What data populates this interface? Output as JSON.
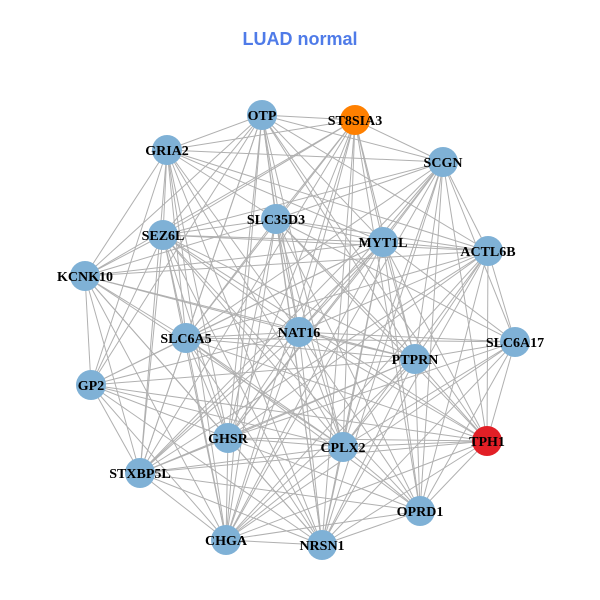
{
  "title": "LUAD normal",
  "colors": {
    "default": "#7fb1d6",
    "highlight_orange": "#ff8000",
    "highlight_red": "#e21f26",
    "edge": "#b0b0b0"
  },
  "nodes": [
    {
      "id": "OTP",
      "color": "default"
    },
    {
      "id": "ST8SIA3",
      "color": "highlight_orange"
    },
    {
      "id": "GRIA2",
      "color": "default"
    },
    {
      "id": "SCGN",
      "color": "default"
    },
    {
      "id": "SLC35D3",
      "color": "default"
    },
    {
      "id": "SEZ6L",
      "color": "default"
    },
    {
      "id": "MYT1L",
      "color": "default"
    },
    {
      "id": "ACTL6B",
      "color": "default"
    },
    {
      "id": "KCNK10",
      "color": "default"
    },
    {
      "id": "NAT16",
      "color": "default"
    },
    {
      "id": "SLC6A5",
      "color": "default"
    },
    {
      "id": "SLC6A17",
      "color": "default"
    },
    {
      "id": "PTPRN",
      "color": "default"
    },
    {
      "id": "GP2",
      "color": "default"
    },
    {
      "id": "GHSR",
      "color": "default"
    },
    {
      "id": "CPLX2",
      "color": "default"
    },
    {
      "id": "TPH1",
      "color": "highlight_red"
    },
    {
      "id": "STXBP5L",
      "color": "default"
    },
    {
      "id": "OPRD1",
      "color": "default"
    },
    {
      "id": "CHGA",
      "color": "default"
    },
    {
      "id": "NRSN1",
      "color": "default"
    }
  ],
  "adjacency": {
    "OTP": [
      "ST8SIA3",
      "GRIA2",
      "SCGN",
      "SLC35D3",
      "SEZ6L",
      "MYT1L",
      "ACTL6B",
      "KCNK10",
      "NAT16",
      "SLC6A5",
      "PTPRN",
      "GP2",
      "GHSR",
      "CPLX2",
      "TPH1",
      "STXBP5L",
      "CHGA",
      "NRSN1"
    ],
    "ST8SIA3": [
      "GRIA2",
      "SCGN",
      "SLC35D3",
      "SEZ6L",
      "MYT1L",
      "KCNK10",
      "NAT16",
      "SLC6A5",
      "PTPRN",
      "GHSR",
      "CPLX2",
      "STXBP5L",
      "CHGA",
      "NRSN1",
      "OPRD1"
    ],
    "GRIA2": [
      "SCGN",
      "SLC35D3",
      "SEZ6L",
      "MYT1L",
      "KCNK10",
      "NAT16",
      "SLC6A5",
      "GP2",
      "GHSR",
      "CPLX2",
      "STXBP5L",
      "CHGA",
      "NRSN1",
      "ACTL6B"
    ],
    "SCGN": [
      "SLC35D3",
      "SEZ6L",
      "MYT1L",
      "ACTL6B",
      "NAT16",
      "SLC6A5",
      "SLC6A17",
      "PTPRN",
      "GHSR",
      "CPLX2",
      "TPH1",
      "STXBP5L",
      "OPRD1",
      "CHGA",
      "NRSN1"
    ],
    "SLC35D3": [
      "SEZ6L",
      "MYT1L",
      "ACTL6B",
      "KCNK10",
      "NAT16",
      "SLC6A5",
      "SLC6A17",
      "PTPRN",
      "GHSR",
      "CPLX2",
      "TPH1",
      "OPRD1",
      "CHGA",
      "NRSN1"
    ],
    "SEZ6L": [
      "MYT1L",
      "ACTL6B",
      "KCNK10",
      "NAT16",
      "SLC6A5",
      "PTPRN",
      "GP2",
      "GHSR",
      "CPLX2",
      "TPH1",
      "STXBP5L",
      "OPRD1",
      "CHGA",
      "NRSN1"
    ],
    "MYT1L": [
      "ACTL6B",
      "KCNK10",
      "NAT16",
      "SLC6A5",
      "SLC6A17",
      "PTPRN",
      "GP2",
      "GHSR",
      "CPLX2",
      "TPH1",
      "STXBP5L",
      "OPRD1",
      "CHGA",
      "NRSN1"
    ],
    "ACTL6B": [
      "KCNK10",
      "NAT16",
      "SLC6A5",
      "SLC6A17",
      "PTPRN",
      "GHSR",
      "CPLX2",
      "TPH1",
      "STXBP5L",
      "OPRD1",
      "CHGA",
      "NRSN1"
    ],
    "KCNK10": [
      "NAT16",
      "SLC6A5",
      "GP2",
      "GHSR",
      "CPLX2",
      "STXBP5L",
      "CHGA",
      "NRSN1",
      "PTPRN"
    ],
    "NAT16": [
      "SLC6A5",
      "SLC6A17",
      "PTPRN",
      "GP2",
      "GHSR",
      "CPLX2",
      "TPH1",
      "STXBP5L",
      "OPRD1",
      "CHGA",
      "NRSN1"
    ],
    "SLC6A5": [
      "SLC6A17",
      "PTPRN",
      "GP2",
      "GHSR",
      "CPLX2",
      "TPH1",
      "STXBP5L",
      "OPRD1",
      "CHGA",
      "NRSN1"
    ],
    "SLC6A17": [
      "PTPRN",
      "GHSR",
      "CPLX2",
      "TPH1",
      "OPRD1",
      "NRSN1",
      "CHGA"
    ],
    "PTPRN": [
      "GP2",
      "GHSR",
      "CPLX2",
      "TPH1",
      "STXBP5L",
      "OPRD1",
      "CHGA",
      "NRSN1"
    ],
    "GP2": [
      "GHSR",
      "CPLX2",
      "TPH1",
      "STXBP5L",
      "CHGA",
      "NRSN1"
    ],
    "GHSR": [
      "CPLX2",
      "TPH1",
      "STXBP5L",
      "OPRD1",
      "CHGA",
      "NRSN1"
    ],
    "CPLX2": [
      "TPH1",
      "STXBP5L",
      "OPRD1",
      "CHGA",
      "NRSN1"
    ],
    "TPH1": [
      "STXBP5L",
      "OPRD1",
      "CHGA",
      "NRSN1"
    ],
    "STXBP5L": [
      "OPRD1",
      "CHGA",
      "NRSN1"
    ],
    "OPRD1": [
      "CHGA",
      "NRSN1"
    ],
    "CHGA": [
      "NRSN1"
    ]
  }
}
